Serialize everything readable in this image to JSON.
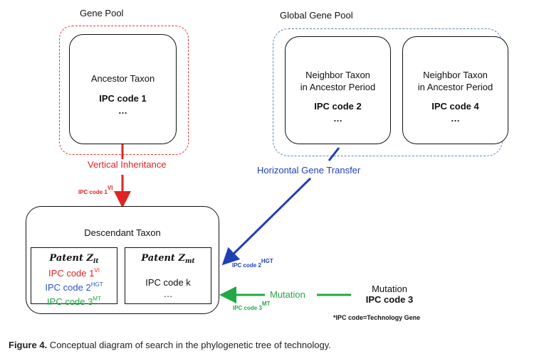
{
  "gene_pool_label": "Gene Pool",
  "global_gene_pool_label": "Global Gene Pool",
  "ancestor": {
    "title": "Ancestor Taxon",
    "code": "IPC code 1",
    "ellipsis": "…"
  },
  "neighbor1": {
    "title_line1": "Neighbor Taxon",
    "title_line2": "in Ancestor Period",
    "code": "IPC code 2",
    "ellipsis": "…"
  },
  "neighbor2": {
    "title_line1": "Neighbor Taxon",
    "title_line2": "in Ancestor Period",
    "code": "IPC code 4",
    "ellipsis": "…"
  },
  "vertical_inheritance": "Vertical Inheritance",
  "horizontal_gene_transfer": "Horizontal Gene Transfer",
  "mutation_label": "Mutation",
  "vi_arrow_label": {
    "base": "IPC code 1",
    "sup": "VI"
  },
  "hgt_arrow_label": {
    "base": "IPC code 2",
    "sup": "HGT"
  },
  "mt_arrow_label": {
    "base": "IPC code 3",
    "sup": "MT"
  },
  "descendant": {
    "title": "Descendant Taxon",
    "patent_z_it": {
      "base": "Patent Z",
      "sub": "it"
    },
    "patent_z_mt": {
      "base": "Patent Z",
      "sub": "mt"
    },
    "code1": {
      "base": "IPC code 1",
      "sup": "VI"
    },
    "code2": {
      "base": "IPC code 2",
      "sup": "HGT"
    },
    "code3": {
      "base": "IPC code 3",
      "sup": "MT"
    },
    "code_k": "IPC code k",
    "ellipsis": "…"
  },
  "mutation_source": {
    "title": "Mutation",
    "code": "IPC code 3"
  },
  "footnote": "*IPC code=Technology Gene",
  "caption": {
    "prefix": "Figure 4.",
    "text": " Conceptual diagram of search in the phylogenetic tree of technology."
  },
  "colors": {
    "red": "#e02424",
    "blue": "#1f3fb5",
    "green": "#22a845"
  }
}
